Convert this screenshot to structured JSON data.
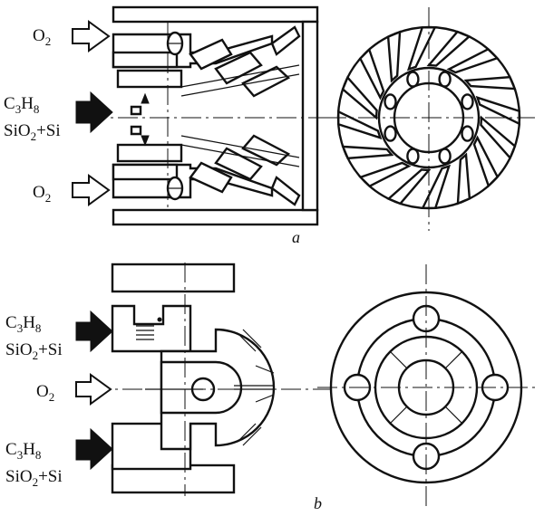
{
  "panel_a": {
    "label_o2_top": "O",
    "label_o2_top_sub": "2",
    "label_fuel_l1_c": "C",
    "label_fuel_l1_c_sub": "3",
    "label_fuel_l1_h": "H",
    "label_fuel_l1_h_sub": "8",
    "label_fuel_l2_a": "SiO",
    "label_fuel_l2_sub": "2",
    "label_fuel_l2_b": "+Si",
    "label_o2_bottom": "O",
    "label_o2_bottom_sub": "2",
    "caption": "a"
  },
  "panel_b": {
    "label_fuel_top_c": "C",
    "label_fuel_top_c_sub": "3",
    "label_fuel_top_h": "H",
    "label_fuel_top_h_sub": "8",
    "label_fuel_top_l2_a": "SiO",
    "label_fuel_top_l2_sub": "2",
    "label_fuel_top_l2_b": "+Si",
    "label_o2": "O",
    "label_o2_sub": "2",
    "label_fuel_bot_c": "C",
    "label_fuel_bot_c_sub": "3",
    "label_fuel_bot_h": "H",
    "label_fuel_bot_h_sub": "8",
    "label_fuel_bot_l2_a": "SiO",
    "label_fuel_bot_l2_sub": "2",
    "label_fuel_bot_l2_b": "+Si",
    "caption": "b"
  },
  "colors": {
    "ink": "#111111",
    "paper": "#ffffff"
  },
  "icons": [
    "hollow-arrow-icon",
    "solid-arrow-icon"
  ]
}
